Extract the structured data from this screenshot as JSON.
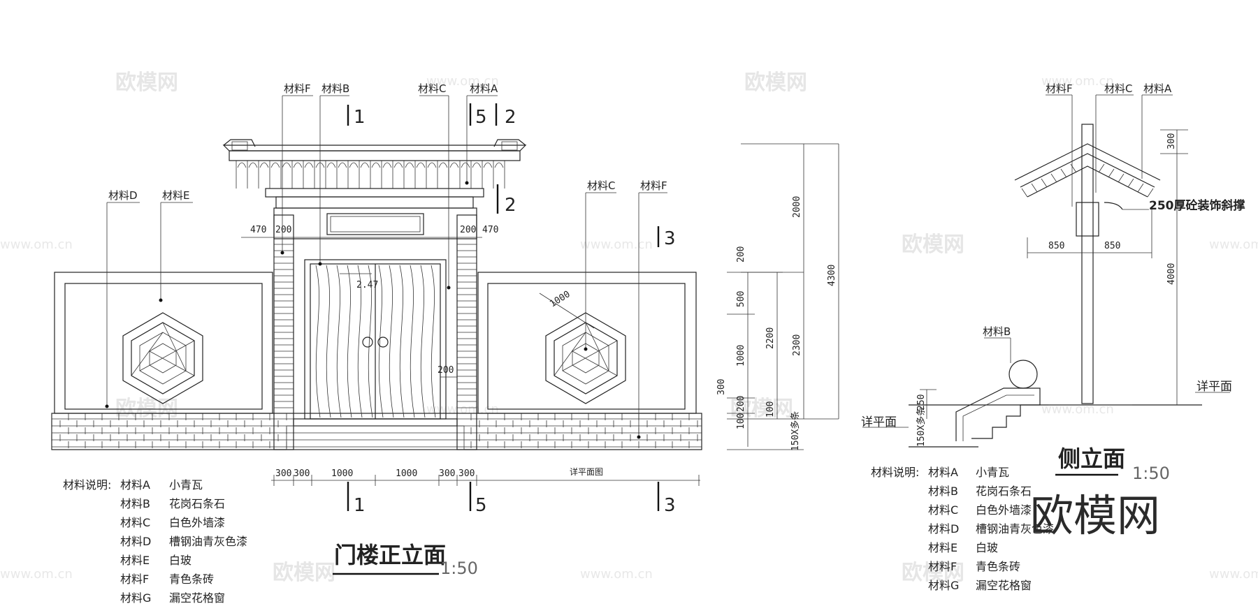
{
  "watermark": {
    "brand": "欧模网",
    "site": "www.om.cn"
  },
  "front_elevation": {
    "title": "门楼正立面",
    "scale": "1:50",
    "callouts": [
      "材料F",
      "材料B",
      "材料C",
      "材料A",
      "材料D",
      "材料E",
      "材料C",
      "材料F"
    ],
    "section_marks": [
      "1",
      "5",
      "2",
      "2",
      "3",
      "1",
      "5",
      "3"
    ],
    "dims_top": [
      "470",
      "200",
      "200",
      "470",
      "2.47",
      "1000",
      "200"
    ],
    "dims_bottom": [
      "300",
      "300",
      "1000",
      "1000",
      "300",
      "300",
      "详平面图"
    ],
    "dims_vertical": [
      "2000",
      "4300",
      "200",
      "500",
      "2200",
      "2300",
      "1000",
      "300",
      "200",
      "100",
      "100",
      "150X多条"
    ]
  },
  "side_elevation": {
    "title": "侧立面",
    "scale": "1:50",
    "callouts": [
      "材料F",
      "材料C",
      "材料A",
      "材料B"
    ],
    "dims": [
      "300",
      "850",
      "850",
      "4000",
      "250",
      "150X多条"
    ],
    "notes": [
      "250厚砼装饰斜撑",
      "详平面",
      "详平面"
    ]
  },
  "legend": {
    "heading": "材料说明:",
    "items": [
      {
        "key": "材料A",
        "value": "小青瓦"
      },
      {
        "key": "材料B",
        "value": "花岗石条石"
      },
      {
        "key": "材料C",
        "value": "白色外墙漆"
      },
      {
        "key": "材料D",
        "value": "槽钢油青灰色漆"
      },
      {
        "key": "材料E",
        "value": "白玻"
      },
      {
        "key": "材料F",
        "value": "青色条砖"
      },
      {
        "key": "材料G",
        "value": "漏空花格窗"
      }
    ]
  }
}
